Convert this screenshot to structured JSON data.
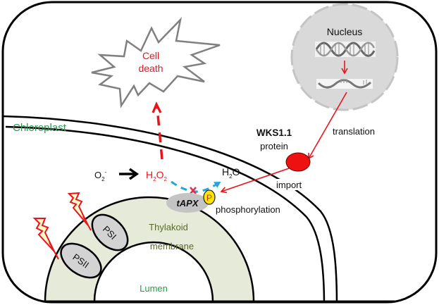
{
  "labels": {
    "cell_death_line1": "Cell",
    "cell_death_line2": "death",
    "nucleus": "Nucleus",
    "chloroplast": "Chloroplast",
    "translation": "translation",
    "protein_name": "WKS1.1",
    "protein": "protein",
    "import": "import",
    "phosphorylation": "phosphorylation",
    "superoxide": "O",
    "superoxide_sub": "2",
    "superoxide_sup": "-",
    "h2o2_h": "H",
    "h2o2_sub1": "2",
    "h2o2_o": "O",
    "h2o2_sub2": "2",
    "water_h": "H",
    "water_sub": "2",
    "water_o": "O",
    "tapx": "tAPX",
    "phospho_p": "P",
    "thylakoid_line1": "Thylakoid",
    "thylakoid_line2": "membrane",
    "lumen": "Lumen",
    "psi": "PSI",
    "psii": "PSII"
  },
  "colors": {
    "red": "#e8141b",
    "green_label": "#2a9a4f",
    "olive_label": "#5a6a2a",
    "thylakoid_fill": "#e6ead8",
    "nucleus_fill": "#d9d9d9",
    "blue_arrow": "#22a6e0",
    "protein_fill": "#ee1111",
    "phospho_fill": "#ffe600"
  }
}
